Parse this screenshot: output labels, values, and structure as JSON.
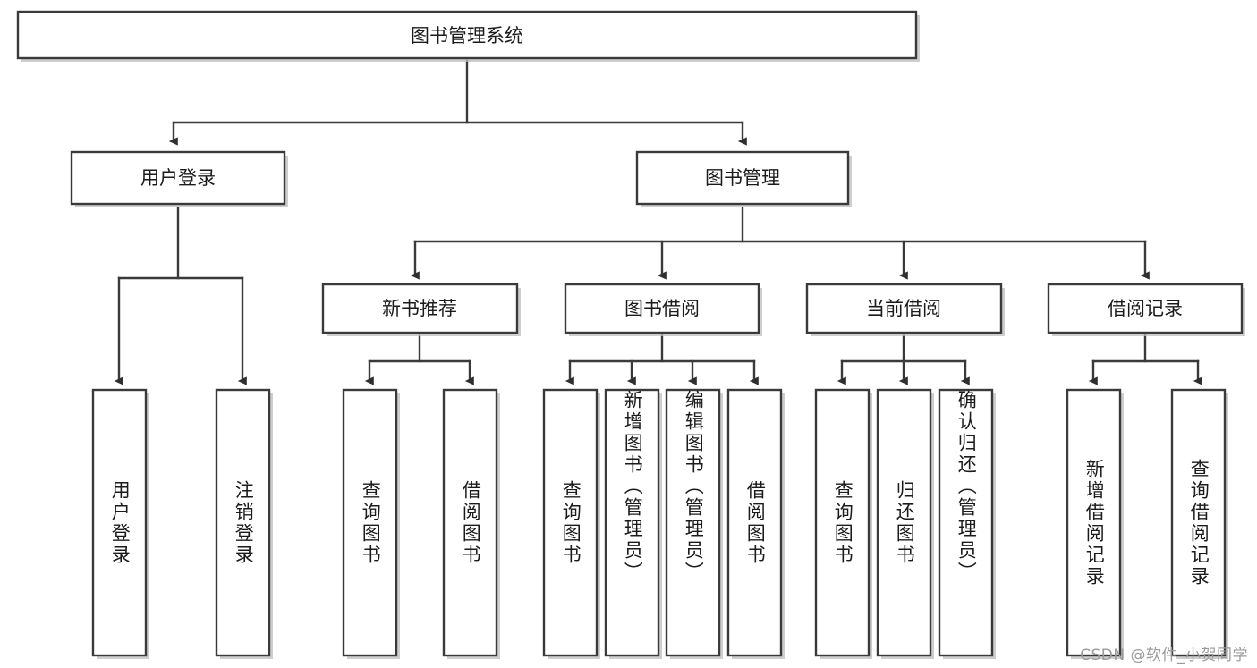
{
  "diagram": {
    "title": "图书管理系统",
    "type": "tree",
    "watermark": "CSDN @软件_小贺同学",
    "colors": {
      "box_border": "#3a3a3a",
      "box_fill": "#ffffff",
      "connector": "#3a3a3a",
      "text": "#1b1b1b",
      "watermark": "#9b9b9b",
      "shadow": "#bdbdbd"
    },
    "root": {
      "label": "图书管理系统"
    },
    "level2": [
      {
        "label": "用户登录"
      },
      {
        "label": "图书管理"
      }
    ],
    "level3": [
      {
        "label": "新书推荐"
      },
      {
        "label": "图书借阅"
      },
      {
        "label": "当前借阅"
      },
      {
        "label": "借阅记录"
      }
    ],
    "leaves": {
      "user_login": [
        {
          "label": "用户登录"
        },
        {
          "label": "注销登录"
        }
      ],
      "new_book_recommend": [
        {
          "label": "查询图书"
        },
        {
          "label": "借阅图书"
        }
      ],
      "book_borrow": [
        {
          "label": "查询图书"
        },
        {
          "label": "新增图书（管理员）"
        },
        {
          "label": "编辑图书（管理员）"
        },
        {
          "label": "借阅图书"
        }
      ],
      "current_borrow": [
        {
          "label": "查询图书"
        },
        {
          "label": "归还图书"
        },
        {
          "label": "确认归还（管理员）"
        }
      ],
      "borrow_record": [
        {
          "label": "新增借阅记录"
        },
        {
          "label": "查询借阅记录"
        }
      ]
    }
  }
}
